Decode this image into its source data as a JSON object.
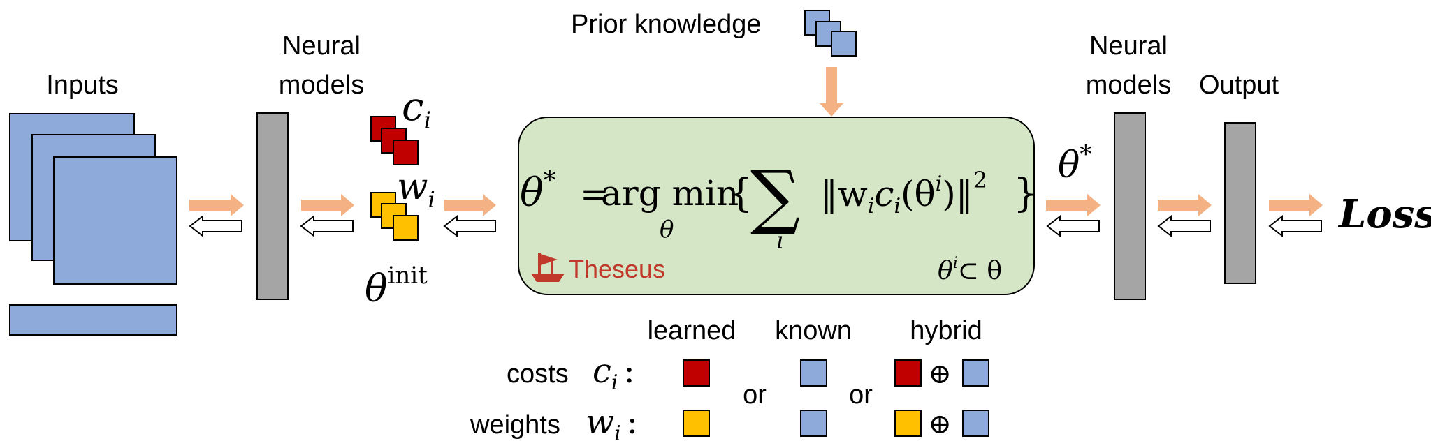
{
  "colors": {
    "input_blue": "#8eaadb",
    "gray_block": "#a5a5a5",
    "red": "#c00000",
    "yellow": "#ffc000",
    "arrow_orange": "#f4b183",
    "green_box": "#d5e6c7",
    "theseus_red": "#c0392b"
  },
  "labels": {
    "inputs": "Inputs",
    "neural_models_line1": "Neural",
    "neural_models_line2": "models",
    "output": "Output",
    "prior_knowledge": "Prior knowledge",
    "theseus": "Theseus",
    "loss": "Loss"
  },
  "math": {
    "c_i": "c",
    "c_sub": "i",
    "w_i": "w",
    "w_sub": "i",
    "theta_init": "θ",
    "theta_init_sup": "init",
    "theta_star": "θ",
    "star": "*",
    "eq_lhs": "θ* =",
    "argmin": "arg min",
    "argmin_sub": "θ",
    "brace_open": "{",
    "sum": "∑",
    "sum_sub": "i",
    "norm_expr": "‖w",
    "norm_wi_sub": "i",
    "norm_c": "c",
    "norm_ci_sub": "i",
    "norm_arg": "(θ",
    "norm_arg_sup": "i",
    "norm_close": ")‖",
    "norm_sq": "2",
    "brace_close": "}",
    "subset_theta": "θ",
    "subset_sup": "i",
    "subset_rest": "⊂ θ"
  },
  "legend": {
    "headers": [
      "learned",
      "known",
      "hybrid"
    ],
    "rows": [
      {
        "name": "costs",
        "symbol": "c",
        "sub": "i",
        "colon": ":"
      },
      {
        "name": "weights",
        "symbol": "w",
        "sub": "i",
        "colon": ":"
      }
    ],
    "or": "or",
    "oplus": "⊕"
  }
}
